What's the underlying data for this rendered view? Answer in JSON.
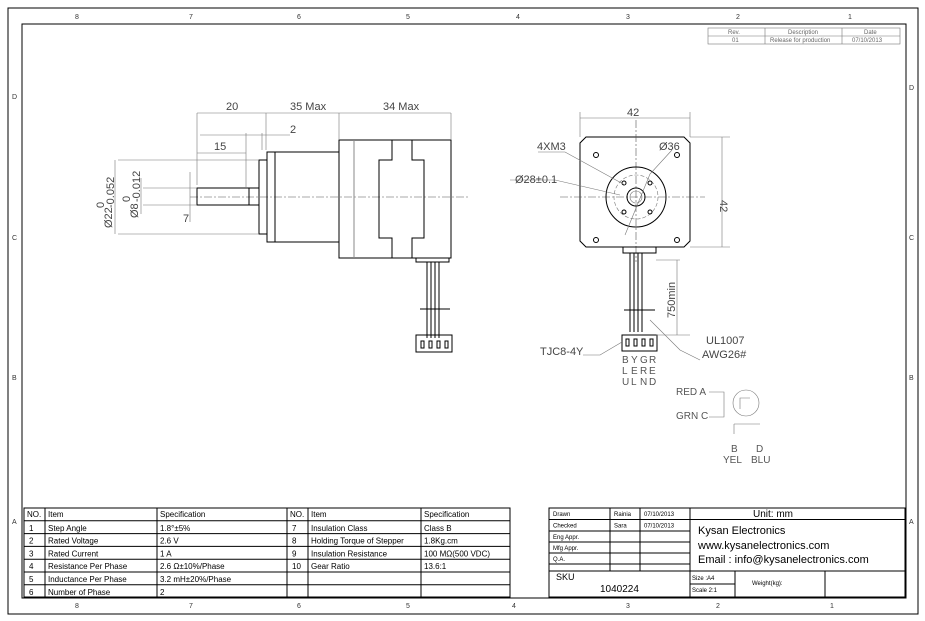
{
  "zones": {
    "top": [
      "8",
      "7",
      "6",
      "5",
      "4",
      "3",
      "2",
      "1"
    ],
    "side": [
      "D",
      "C",
      "B",
      "A"
    ]
  },
  "revision": {
    "headers": [
      "Rev.",
      "Description",
      "Date"
    ],
    "rows": [
      [
        "01",
        "Release for production",
        "07/10/2013"
      ]
    ]
  },
  "side_view": {
    "dims": [
      "20",
      "35 Max",
      "34 Max",
      "2",
      "15",
      "7"
    ],
    "dia_outer": "Ø22",
    "tol_outer_upper": "0",
    "tol_outer_lower": "-0.052",
    "dia_shaft": "Ø8",
    "tol_shaft_upper": "0",
    "tol_shaft_lower": "-0.012"
  },
  "front_view": {
    "width": "42",
    "height": "42",
    "screws": "4XM3",
    "circle_outer": "Ø36",
    "circle_pilot": "Ø28±0.1",
    "lead_length": "750min",
    "connector": "TJC8-4Y",
    "wire_type": "UL1007",
    "wire_gauge": "AWG26#",
    "pin_colors": [
      [
        "B",
        "L",
        "U"
      ],
      [
        "Y",
        "E",
        "L"
      ],
      [
        "G",
        "R",
        "N"
      ],
      [
        "R",
        "E",
        "D"
      ]
    ]
  },
  "wiring": {
    "red": "RED A",
    "grn": "GRN C",
    "b": "B",
    "yel": "YEL",
    "d": "D",
    "blu": "BLU"
  },
  "spec_table": {
    "headers": [
      "NO.",
      "Item",
      "Specification",
      "NO.",
      "Item",
      "Specification"
    ],
    "left": [
      [
        "1",
        "Step Angle",
        "1.8°±5%"
      ],
      [
        "2",
        "Rated Voltage",
        "2.6 V"
      ],
      [
        "3",
        "Rated Current",
        "1 A"
      ],
      [
        "4",
        "Resistance Per Phase",
        "2.6 Ω±10%/Phase"
      ],
      [
        "5",
        "Inductance Per Phase",
        "3.2 mH±20%/Phase"
      ],
      [
        "6",
        "Number of Phase",
        "2"
      ]
    ],
    "right": [
      [
        "7",
        "Insulation Class",
        "Class B"
      ],
      [
        "8",
        "Holding Torque of Stepper",
        "1.8Kg.cm"
      ],
      [
        "9",
        "Insulation Resistance",
        "100 MΩ(500 VDC)"
      ],
      [
        "10",
        "Gear Ratio",
        "13.6:1"
      ]
    ]
  },
  "title_block": {
    "signoffs": [
      [
        "Drawn",
        "Rainia",
        "07/10/2013"
      ],
      [
        "Checked",
        "Sara",
        "07/10/2013"
      ],
      [
        "Eng Appr.",
        "",
        ""
      ],
      [
        "Mfg Appr.",
        "",
        ""
      ],
      [
        "Q.A.",
        "",
        ""
      ]
    ],
    "unit": "Unit: mm",
    "company": "Kysan Electronics",
    "website": "www.kysanelectronics.com",
    "email": "Email : info@kysanelectronics.com",
    "sku_label": "SKU",
    "sku": "1040224",
    "size": "Size :A4",
    "scale": "Scale 2:1",
    "weight_label": "Weight(kg):"
  }
}
